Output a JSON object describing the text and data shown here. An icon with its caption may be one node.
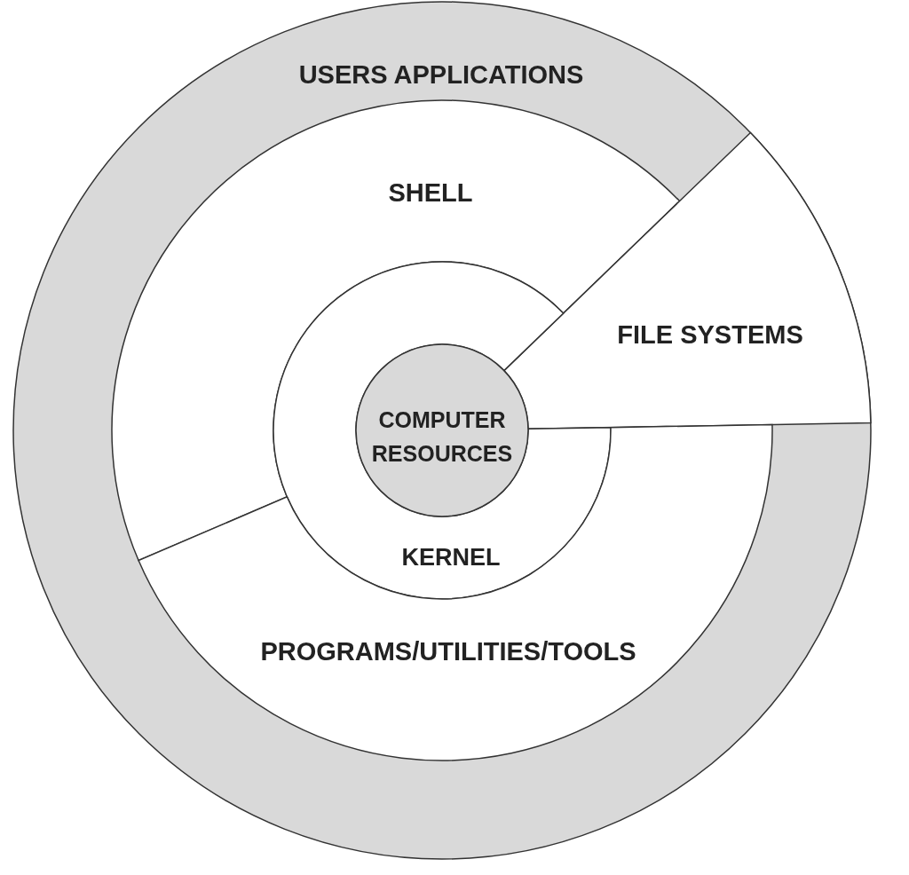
{
  "diagram": {
    "nodes": [
      {
        "text": [
          "USERS APPLICATIONS"
        ]
      },
      {
        "text": [
          "SHELL"
        ],
        "in": 0
      },
      {
        "text": [
          "FILE SYSTEMS"
        ],
        "in": 0
      },
      {
        "text": [
          "KERNEL"
        ],
        "in": 0
      },
      {
        "text": [
          "COMPUTER RESOURCES"
        ],
        "in": 3
      },
      {
        "text": [
          "PROGRAMS/UTILITIES/TOOLS"
        ],
        "in": 0
      }
    ]
  }
}
